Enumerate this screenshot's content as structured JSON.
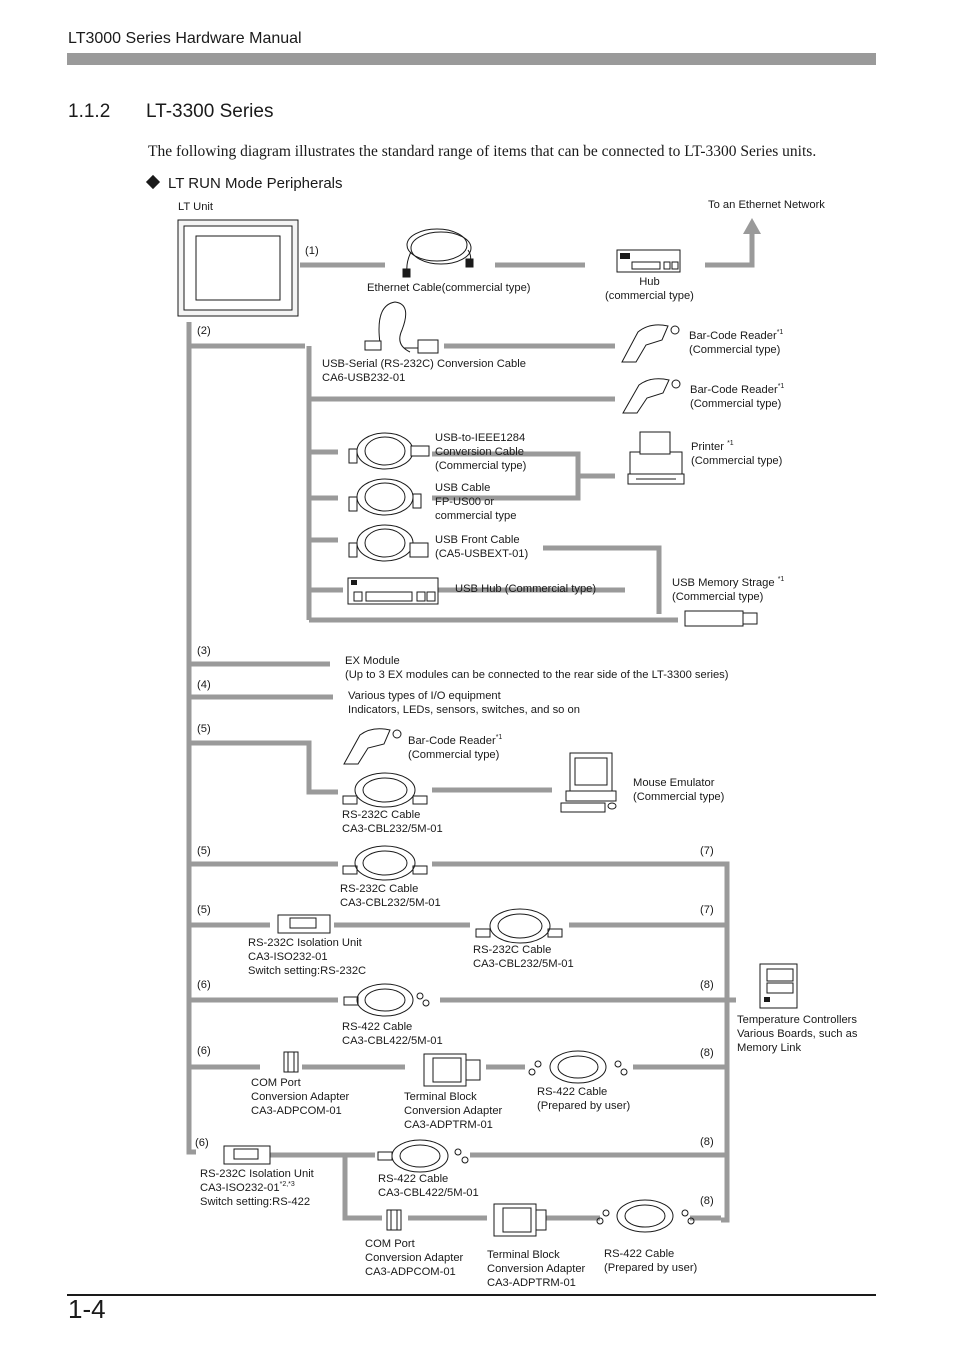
{
  "header": {
    "title": "LT3000 Series Hardware Manual"
  },
  "section": {
    "number": "1.1.2",
    "title": "LT-3300 Series"
  },
  "intro": "The following diagram illustrates the standard range of items that can be connected to LT-3300 Series units.",
  "subheading": "LT RUN Mode Peripherals",
  "footer": {
    "page": "1-4"
  },
  "diagram": {
    "lt_unit": "LT Unit",
    "ethernet_network": "To an Ethernet Network",
    "port_labels": {
      "p1": "(1)",
      "p2": "(2)",
      "p3": "(3)",
      "p4": "(4)",
      "p5a": "(5)",
      "p5b": "(5)",
      "p5c": "(5)",
      "p6a": "(6)",
      "p6b": "(6)",
      "p6c": "(6)",
      "p7a": "(7)",
      "p7b": "(7)",
      "p8a": "(8)",
      "p8b": "(8)",
      "p8c": "(8)",
      "p8d": "(8)"
    },
    "ethernet_cable": "Ethernet Cable(commercial type)",
    "hub": "Hub\n(commercial type)",
    "usb_serial": "USB-Serial (RS-232C) Conversion Cable\nCA6-USB232-01",
    "barcode_1": "Bar-Code Reader",
    "barcode_1_note": "*1",
    "barcode_1_type": "(Commercial type)",
    "barcode_2": "Bar-Code Reader",
    "barcode_2_note": "*1",
    "barcode_2_type": "(Commercial type)",
    "usb_ieee": "USB-to-IEEE1284\nConversion Cable\n(Commercial type)",
    "printer": "Printer ",
    "printer_note": "*1",
    "printer_type": "(Commercial type)",
    "usb_cable": "USB Cable\nFP-US00 or\ncommercial type",
    "usb_front": "USB Front Cable\n(CA5-USBEXT-01)",
    "usb_hub": "USB Hub (Commercial type)",
    "usb_memory": "USB Memory Strage ",
    "usb_memory_note": "*1",
    "usb_memory_type": "(Commercial type)",
    "ex_module": "EX Module\n(Up to 3 EX modules can be connected to the rear side of the LT-3300 series)",
    "io_equipment": "Various types of I/O equipment\nIndicators, LEDs, sensors, switches, and so on",
    "barcode_3": "Bar-Code Reader",
    "barcode_3_note": "*1",
    "barcode_3_type": "(Commercial type)",
    "rs232_cable_1": "RS-232C Cable\nCA3-CBL232/5M-01",
    "mouse_emulator": "Mouse Emulator\n(Commercial type)",
    "rs232_cable_2": "RS-232C Cable\nCA3-CBL232/5M-01",
    "rs232_iso_1": "RS-232C Isolation Unit\nCA3-ISO232-01\nSwitch setting:RS-232C",
    "rs232_cable_3": "RS-232C Cable\nCA3-CBL232/5M-01",
    "temp_controllers": "Temperature Controllers\nVarious Boards, such as\nMemory Link",
    "rs422_cable_1": "RS-422 Cable\nCA3-CBL422/5M-01",
    "com_port_1": "COM Port\nConversion Adapter\nCA3-ADPCOM-01",
    "terminal_block_1": "Terminal Block\nConversion Adapter\nCA3-ADPTRM-01",
    "rs422_user_1": "RS-422 Cable\n(Prepared by user)",
    "rs232_iso_2_name": "RS-232C Isolation Unit",
    "rs232_iso_2_model": "CA3-ISO232-01",
    "rs232_iso_2_note": "*2,*3",
    "rs232_iso_2_setting": "Switch setting:RS-422",
    "rs422_cable_2": "RS-422 Cable\nCA3-CBL422/5M-01",
    "com_port_2": "COM Port\nConversion Adapter\nCA3-ADPCOM-01",
    "terminal_block_2": "Terminal Block\nConversion Adapter\nCA3-ADPTRM-01",
    "rs422_user_2": "RS-422 Cable\n(Prepared by user)"
  }
}
